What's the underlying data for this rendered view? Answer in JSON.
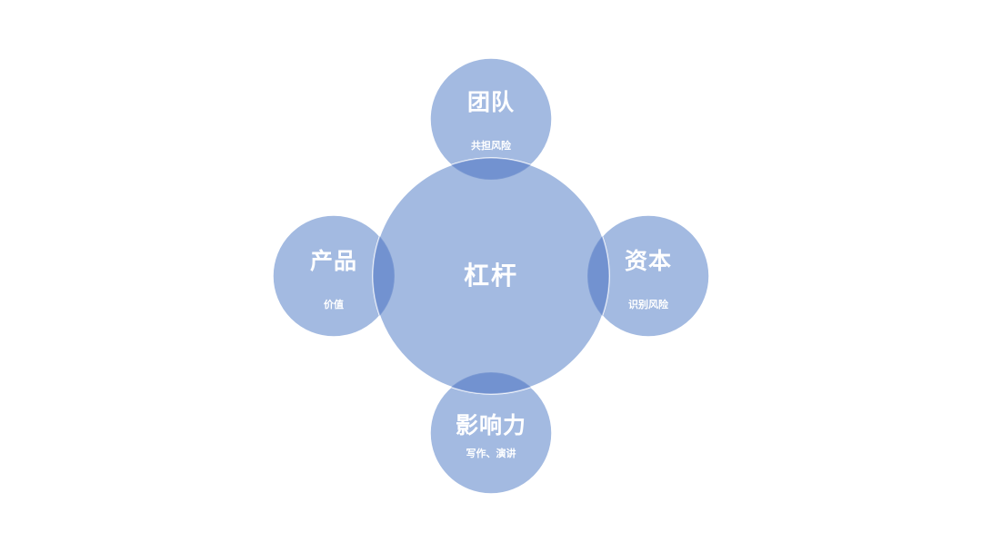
{
  "diagram": {
    "center": {
      "title": "杠杆"
    },
    "nodes": {
      "top": {
        "title": "团队",
        "subtitle": "共担风险"
      },
      "left": {
        "title": "产品",
        "subtitle": "价值"
      },
      "right": {
        "title": "资本",
        "subtitle": "识别风险"
      },
      "bottom": {
        "title": "影响力",
        "subtitle": "写作、演讲"
      }
    },
    "colors": {
      "circle_fill": "#7f9fd6",
      "overlap_fill": "#6f8fd0",
      "circle_stroke": "#ffffff",
      "text": "#ffffff",
      "background": "#ffffff"
    }
  }
}
